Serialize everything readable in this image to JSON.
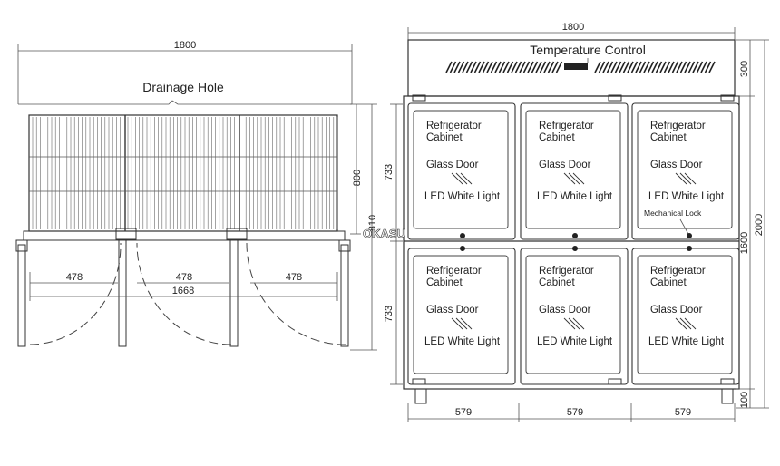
{
  "plan": {
    "width_dim": "1800",
    "drainage_label": "Drainage Hole",
    "depth_dim": "800",
    "depth_outer_dim": "810",
    "door_widths": [
      "478",
      "478",
      "478"
    ],
    "door_total": "1668"
  },
  "elevation": {
    "width_dim": "1800",
    "temperature_label": "Temperature Control",
    "top_height": "300",
    "door_height_upper": "733",
    "door_height_lower": "733",
    "total_height": "2000",
    "body_height": "1600",
    "leg_height": "100",
    "column_widths": [
      "579",
      "579",
      "579"
    ],
    "mechanical_lock_label": "Mechanical Lock",
    "door_labels": {
      "line1": "Refrigerator",
      "line2": "Cabinet",
      "glass": "Glass Door",
      "led": "LED White Light"
    }
  },
  "watermark": "OKASU"
}
